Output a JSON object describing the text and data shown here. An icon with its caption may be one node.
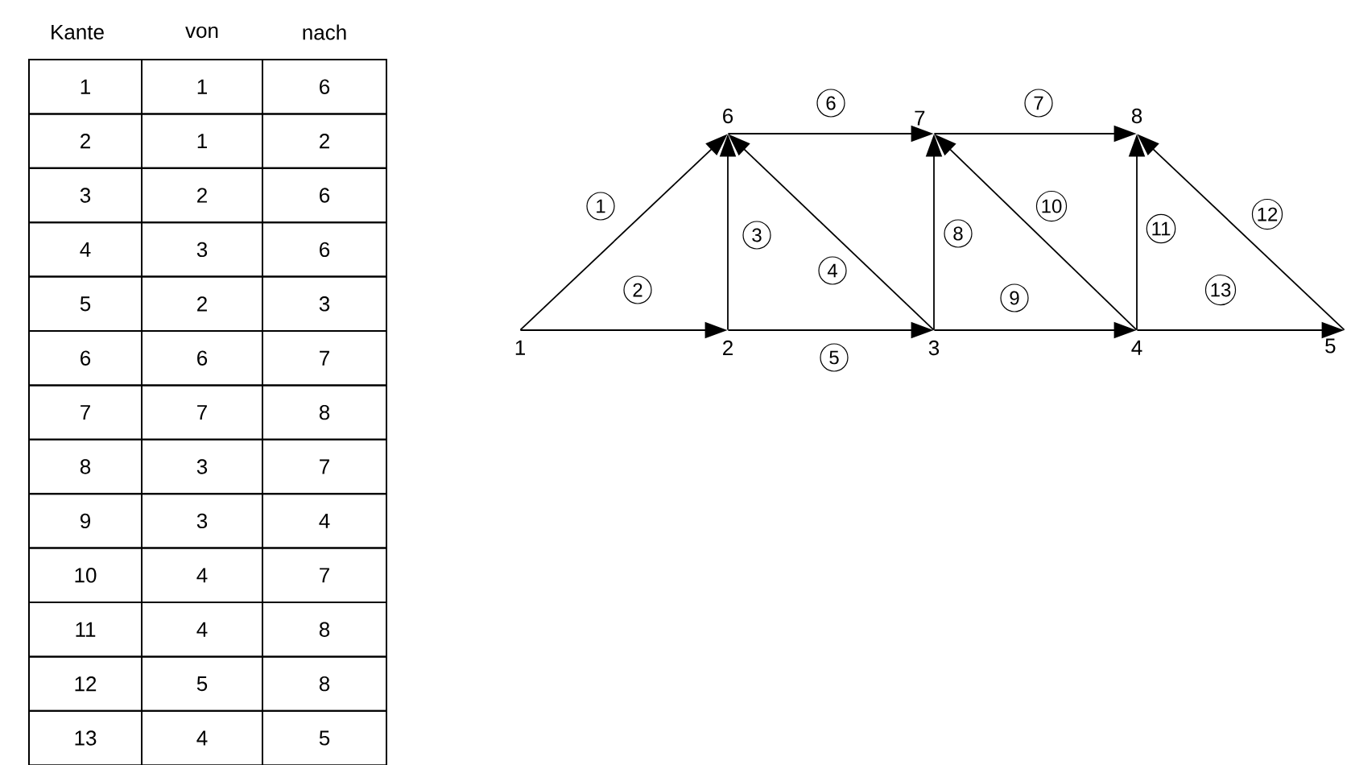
{
  "diagram": {
    "nodes": [
      {
        "text": [
          "6"
        ]
      },
      {
        "text": [
          "7"
        ]
      },
      {
        "text": [
          "8"
        ]
      },
      {
        "text": [
          "1"
        ]
      },
      {
        "text": [
          "2"
        ]
      },
      {
        "text": [
          "3"
        ]
      },
      {
        "text": [
          "4"
        ]
      },
      {
        "text": [
          "5"
        ]
      }
    ],
    "edges": [
      {
        "from": 3,
        "to": 0,
        "arrow": "to",
        "label": "1"
      },
      {
        "from": 3,
        "to": 4,
        "arrow": "to",
        "label": "2"
      },
      {
        "from": 4,
        "to": 0,
        "arrow": "to",
        "label": "3"
      },
      {
        "from": 5,
        "to": 0,
        "arrow": "to",
        "label": "4"
      },
      {
        "from": 4,
        "to": 5,
        "arrow": "to",
        "label": "5"
      },
      {
        "from": 0,
        "to": 1,
        "arrow": "to",
        "label": "6"
      },
      {
        "from": 1,
        "to": 2,
        "arrow": "to",
        "label": "7"
      },
      {
        "from": 5,
        "to": 1,
        "arrow": "to",
        "label": "8"
      },
      {
        "from": 5,
        "to": 6,
        "arrow": "to",
        "label": "9"
      },
      {
        "from": 6,
        "to": 1,
        "arrow": "to",
        "label": "10"
      },
      {
        "from": 6,
        "to": 2,
        "arrow": "to",
        "label": "11"
      },
      {
        "from": 7,
        "to": 2,
        "arrow": "to",
        "label": "12"
      },
      {
        "from": 6,
        "to": 7,
        "arrow": "to",
        "label": "13"
      }
    ],
    "labels": [
      "Kante",
      "von",
      "nach",
      "1",
      "1",
      "6",
      "2",
      "1",
      "2",
      "3",
      "2",
      "6",
      "4",
      "3",
      "6",
      "5",
      "2",
      "3",
      "6",
      "6",
      "7",
      "7",
      "7",
      "8",
      "8",
      "3",
      "7",
      "9",
      "3",
      "4",
      "10",
      "4",
      "7",
      "11",
      "4",
      "8",
      "12",
      "5",
      "8",
      "13",
      "4",
      "5"
    ]
  }
}
